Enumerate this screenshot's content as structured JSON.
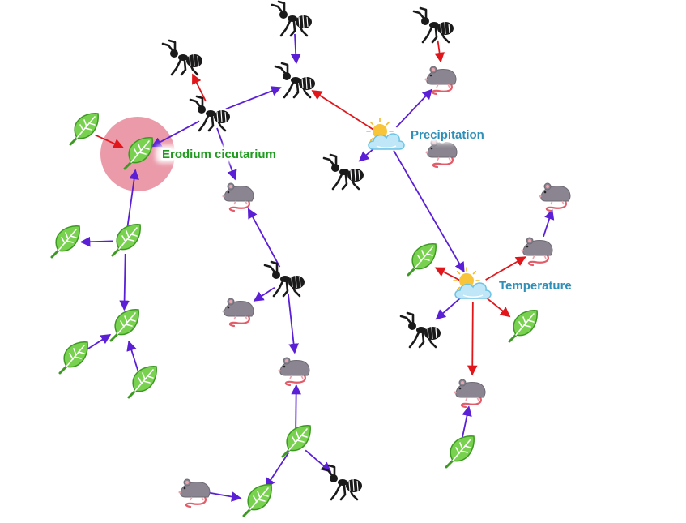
{
  "colors": {
    "positive": "#5b1fd6",
    "negative": "#e0161b",
    "highlight": "#e8889a",
    "plant_label": "#1f9a1f",
    "env_label": "#2e8fb8",
    "leaf_fill": "#79d24f",
    "leaf_edge": "#3c9a22",
    "ant": "#1a1a1a",
    "rodent": "#8a8590",
    "rodent_tail": "#e35c6a"
  },
  "labels": {
    "erodium": "Erodium cicutarium",
    "precipitation": "Precipitation",
    "temperature": "Temperature"
  },
  "nodes": [
    {
      "id": "L1",
      "type": "leaf-icon"
    },
    {
      "id": "E",
      "type": "leaf-icon",
      "label": "labels.erodium",
      "highlight": true
    },
    {
      "id": "L3",
      "type": "leaf-icon"
    },
    {
      "id": "L4",
      "type": "leaf-icon"
    },
    {
      "id": "L5",
      "type": "leaf-icon"
    },
    {
      "id": "L6",
      "type": "leaf-icon"
    },
    {
      "id": "L7",
      "type": "leaf-icon"
    },
    {
      "id": "L8",
      "type": "leaf-icon"
    },
    {
      "id": "L9",
      "type": "leaf-icon"
    },
    {
      "id": "L10",
      "type": "leaf-icon"
    },
    {
      "id": "L11",
      "type": "leaf-icon"
    },
    {
      "id": "L12",
      "type": "leaf-icon"
    },
    {
      "id": "A1",
      "type": "ant-icon"
    },
    {
      "id": "A2",
      "type": "ant-icon"
    },
    {
      "id": "A3",
      "type": "ant-icon"
    },
    {
      "id": "A4",
      "type": "ant-icon"
    },
    {
      "id": "A5",
      "type": "ant-icon"
    },
    {
      "id": "A6",
      "type": "ant-icon"
    },
    {
      "id": "A7",
      "type": "ant-icon"
    },
    {
      "id": "A8",
      "type": "ant-icon"
    },
    {
      "id": "A9",
      "type": "ant-icon"
    },
    {
      "id": "R1",
      "type": "rodent-icon"
    },
    {
      "id": "R2",
      "type": "rodent-icon"
    },
    {
      "id": "R3",
      "type": "rodent-icon"
    },
    {
      "id": "R4",
      "type": "rodent-icon"
    },
    {
      "id": "R5",
      "type": "rodent-icon"
    },
    {
      "id": "R6",
      "type": "rodent-icon"
    },
    {
      "id": "R7",
      "type": "rodent-icon"
    },
    {
      "id": "R8",
      "type": "rodent-icon"
    },
    {
      "id": "R9",
      "type": "rodent-icon"
    },
    {
      "id": "P",
      "type": "weather-icon",
      "label": "labels.precipitation"
    },
    {
      "id": "T",
      "type": "weather-icon",
      "label": "labels.temperature"
    }
  ],
  "edges": [
    {
      "from": "L1",
      "to": "E",
      "sign": "negative"
    },
    {
      "from": "A3",
      "to": "E",
      "sign": "positive"
    },
    {
      "from": "L4",
      "to": "E",
      "sign": "positive"
    },
    {
      "from": "L4",
      "to": "L3",
      "sign": "positive"
    },
    {
      "from": "L4",
      "to": "L5",
      "sign": "positive"
    },
    {
      "from": "L6",
      "to": "L5",
      "sign": "positive"
    },
    {
      "from": "L7",
      "to": "L5",
      "sign": "positive"
    },
    {
      "from": "A3",
      "to": "A1",
      "sign": "negative"
    },
    {
      "from": "A3",
      "to": "A4",
      "sign": "positive"
    },
    {
      "from": "A2",
      "to": "A4",
      "sign": "positive"
    },
    {
      "from": "A3",
      "to": "R1",
      "sign": "positive"
    },
    {
      "from": "A6",
      "to": "R1",
      "sign": "positive"
    },
    {
      "from": "A6",
      "to": "R2",
      "sign": "positive"
    },
    {
      "from": "A6",
      "to": "R3",
      "sign": "positive"
    },
    {
      "from": "L8",
      "to": "R3",
      "sign": "positive"
    },
    {
      "from": "L8",
      "to": "L9",
      "sign": "positive"
    },
    {
      "from": "L8",
      "to": "A9",
      "sign": "positive"
    },
    {
      "from": "R9",
      "to": "L9",
      "sign": "positive"
    },
    {
      "from": "P",
      "to": "A4",
      "sign": "negative"
    },
    {
      "from": "P",
      "to": "R4",
      "sign": "positive"
    },
    {
      "from": "A5",
      "to": "R4",
      "sign": "negative"
    },
    {
      "from": "P",
      "to": "A7",
      "sign": "positive"
    },
    {
      "from": "P",
      "to": "T",
      "sign": "positive"
    },
    {
      "from": "T",
      "to": "L10",
      "sign": "negative"
    },
    {
      "from": "T",
      "to": "R5",
      "sign": "negative"
    },
    {
      "from": "R5",
      "to": "R6",
      "sign": "positive"
    },
    {
      "from": "T",
      "to": "A8",
      "sign": "positive"
    },
    {
      "from": "T",
      "to": "L11",
      "sign": "negative"
    },
    {
      "from": "T",
      "to": "R7",
      "sign": "negative"
    },
    {
      "from": "L12",
      "to": "R7",
      "sign": "positive"
    }
  ]
}
